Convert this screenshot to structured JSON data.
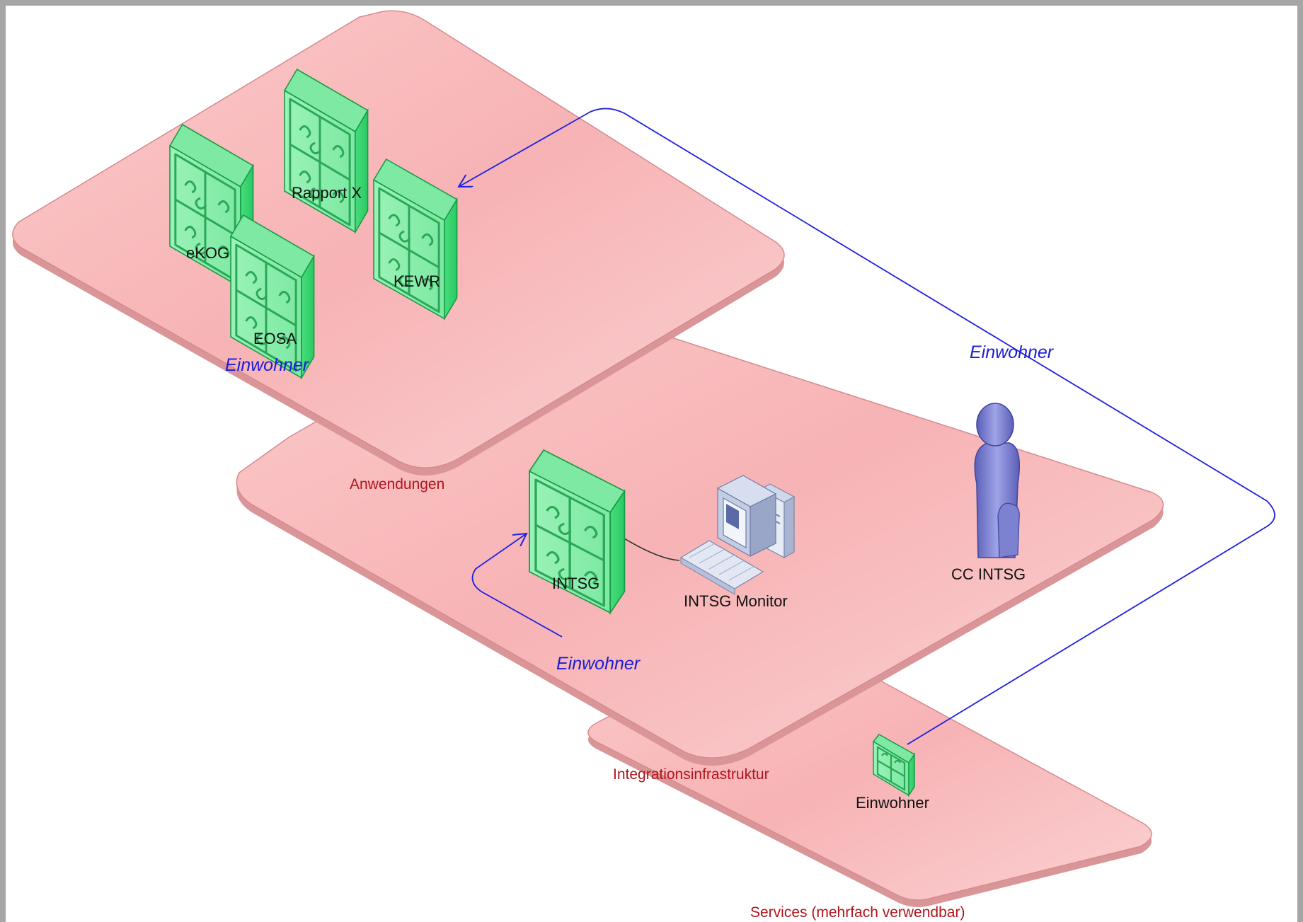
{
  "layers": {
    "applications": "Anwendungen",
    "integration": "Integrationsinfrastruktur",
    "services": "Services (mehrfach verwendbar)"
  },
  "components": {
    "ekog": "eKOG",
    "rapport_x": "Rapport X",
    "kewr": "KEWR",
    "eosa": "EOSA",
    "intsg": "INTSG",
    "intsg_monitor": "INTSG Monitor",
    "cc_intsg": "CC INTSG",
    "einwohner_service": "Einwohner"
  },
  "flows": {
    "apps_label": "Einwohner",
    "long_flow_label": "Einwohner",
    "intsg_flow_label": "Einwohner"
  },
  "colors": {
    "layer_fill": "#f9b9bb",
    "layer_edge": "#d98f92",
    "component_green": "#3fe07a",
    "flow_blue": "#2020e0",
    "layer_label_red": "#b0141c",
    "person_blue": "#6a6ec4"
  }
}
